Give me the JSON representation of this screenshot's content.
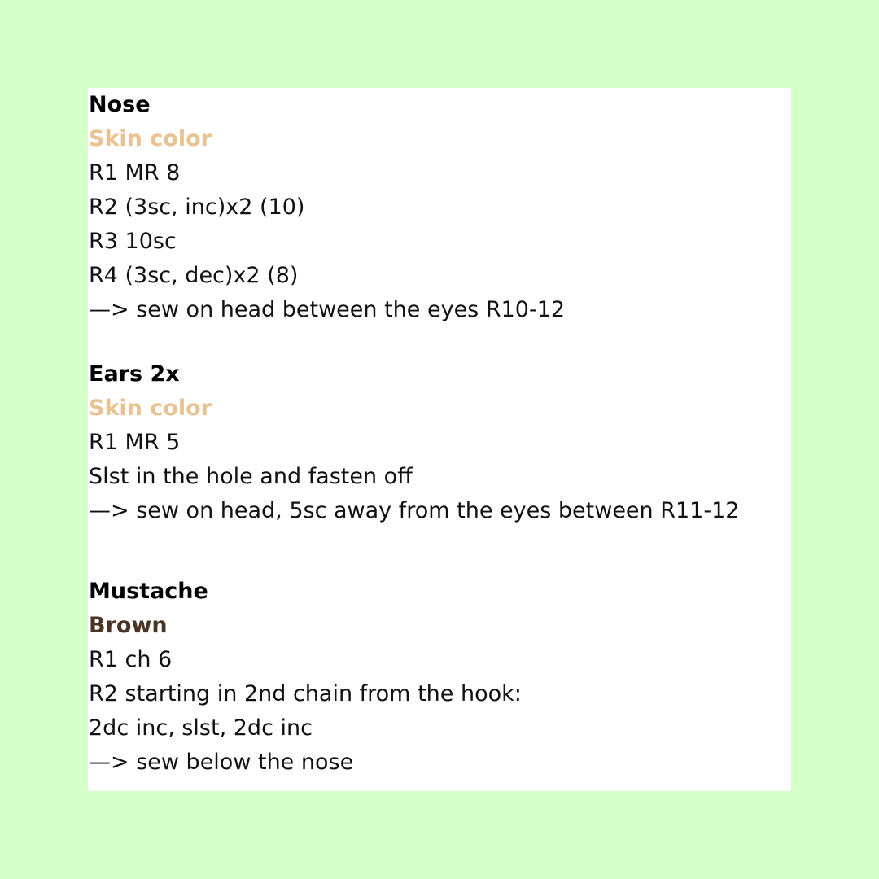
{
  "colors": {
    "background": "#d4ffc8",
    "card": "#ffffff",
    "skin": "#e8c290",
    "brown": "#4a3426",
    "text": "#111111"
  },
  "sections": [
    {
      "title": "Nose",
      "color_name": "Skin color",
      "color_key": "skin",
      "lines": [
        "R1 MR 8",
        "R2 (3sc, inc)x2 (10)",
        "R3 10sc",
        "R4 (3sc, dec)x2 (8)",
        "—> sew on head between the eyes R10-12"
      ]
    },
    {
      "title": "Ears 2x",
      "color_name": "Skin color",
      "color_key": "skin",
      "lines": [
        "R1 MR 5",
        "Slst in the hole and fasten off",
        "—> sew on head, 5sc away from the eyes between R11-12"
      ]
    },
    {
      "title": "Mustache",
      "color_name": "Brown",
      "color_key": "brown",
      "lines": [
        "R1 ch 6",
        "R2 starting in 2nd chain from the hook:",
        "2dc inc, slst, 2dc inc",
        "—> sew below the nose"
      ]
    }
  ]
}
